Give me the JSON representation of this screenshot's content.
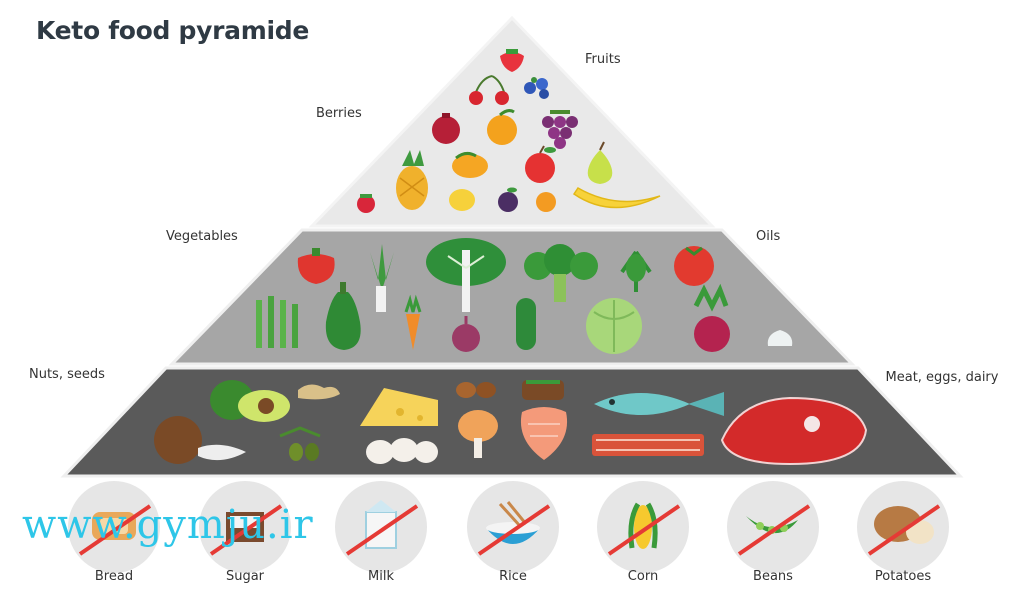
{
  "title": "Keto food pyramide",
  "labels": {
    "fruits": "Fruits",
    "berries": "Berries",
    "vegetables": "Vegetables",
    "oils": "Oils",
    "nuts_seeds": "Nuts, seeds",
    "meat_eggs_dairy": "Meat, eggs, dairy"
  },
  "excluded": [
    {
      "label": "Bread",
      "icon": "bread-icon"
    },
    {
      "label": "Sugar",
      "icon": "sugar-icon"
    },
    {
      "label": "Milk",
      "icon": "milk-icon"
    },
    {
      "label": "Rice",
      "icon": "rice-bowl-icon"
    },
    {
      "label": "Corn",
      "icon": "corn-icon"
    },
    {
      "label": "Beans",
      "icon": "beans-icon"
    },
    {
      "label": "Potatoes",
      "icon": "potato-icon"
    }
  ],
  "watermark": "www.gymju.ir",
  "colors": {
    "tier_top": "#e8e8e8",
    "tier_middle": "#a7a7a7",
    "tier_bottom": "#5b5b5b",
    "circle": "#e6e6e6",
    "strike": "#e53a35",
    "watermark": "#2ec6e8"
  }
}
